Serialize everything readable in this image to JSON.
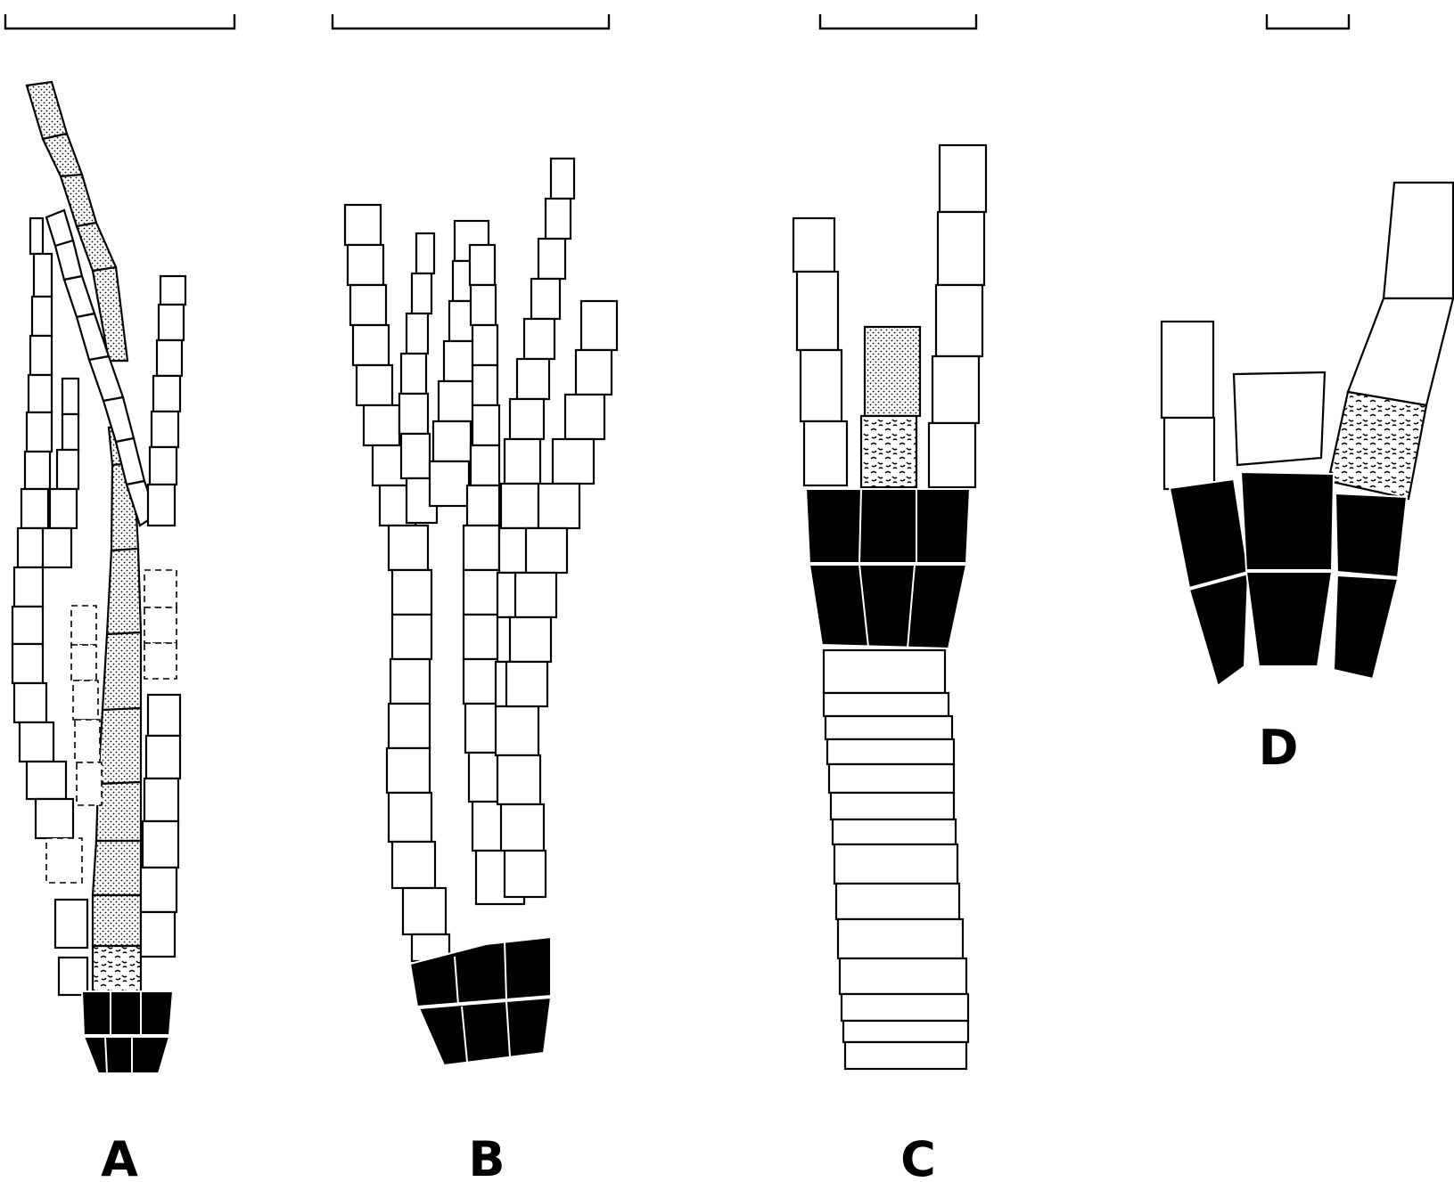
{
  "figure": {
    "panels": [
      {
        "id": "A",
        "label": "A"
      },
      {
        "id": "B",
        "label": "B"
      },
      {
        "id": "C",
        "label": "C"
      },
      {
        "id": "D",
        "label": "D"
      }
    ],
    "cell_fill_colors": {
      "black": "#000000",
      "white": "#ffffff"
    }
  }
}
